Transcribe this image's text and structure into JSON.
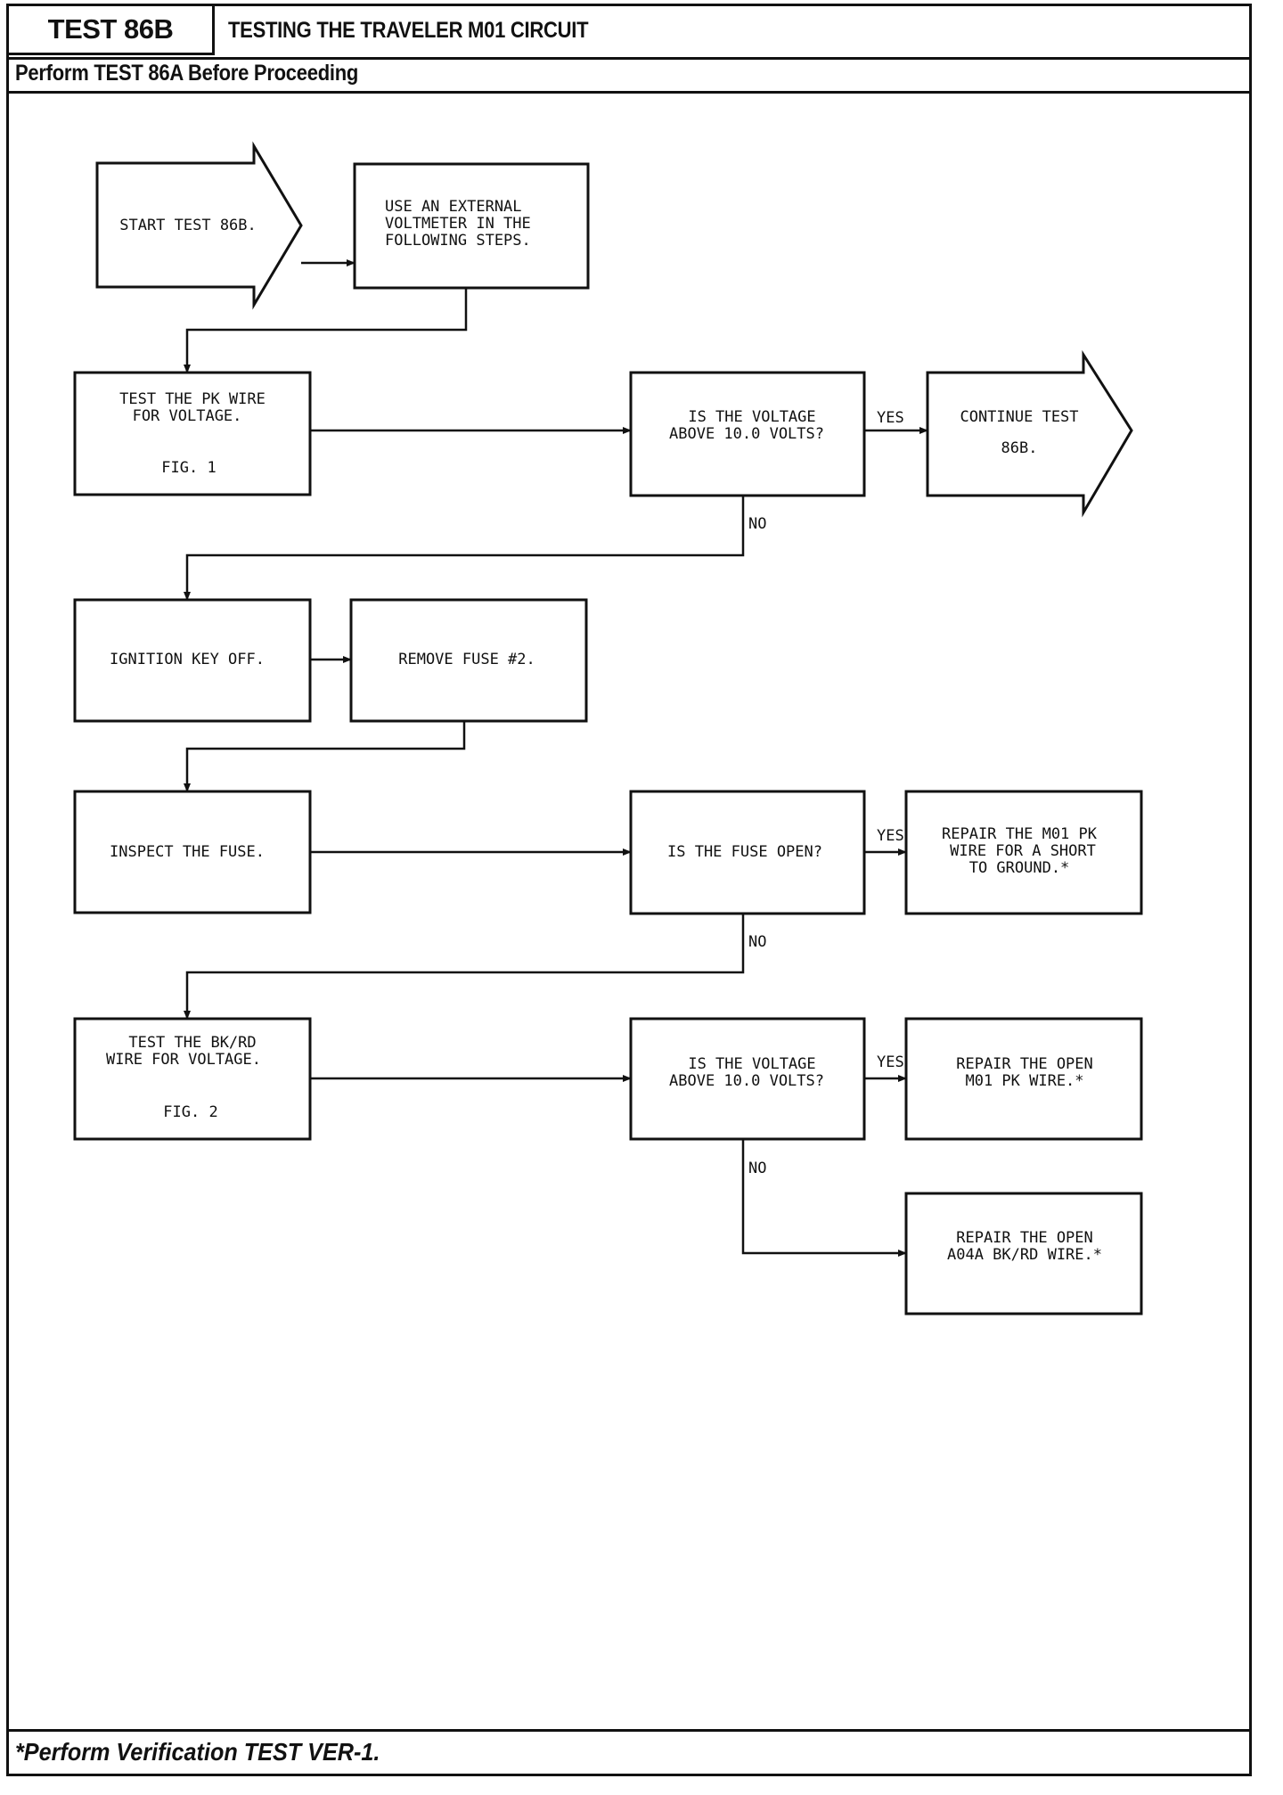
{
  "header": {
    "test_id": "TEST 86B",
    "title": "TESTING THE TRAVELER M01 CIRCUIT",
    "prerequisite": "Perform TEST 86A Before Proceeding"
  },
  "flowchart": {
    "nodes": {
      "start": {
        "type": "arrow",
        "lines": [
          "START TEST 86B."
        ]
      },
      "use_voltmeter": {
        "type": "box",
        "lines": [
          "USE AN EXTERNAL",
          "VOLTMETER IN THE",
          "FOLLOWING STEPS."
        ]
      },
      "test_pk": {
        "type": "box",
        "lines": [
          "TEST THE PK WIRE",
          "FOR VOLTAGE."
        ],
        "figure": "FIG. 1"
      },
      "decision_voltage_1": {
        "type": "decision",
        "lines": [
          "IS THE VOLTAGE",
          "ABOVE 10.0 VOLTS?"
        ]
      },
      "continue": {
        "type": "arrow",
        "lines": [
          "CONTINUE TEST",
          "86B."
        ]
      },
      "ignition_off": {
        "type": "box",
        "lines": [
          "IGNITION KEY OFF."
        ]
      },
      "remove_fuse": {
        "type": "box",
        "lines": [
          "REMOVE FUSE #2."
        ]
      },
      "inspect_fuse": {
        "type": "box",
        "lines": [
          "INSPECT THE FUSE."
        ]
      },
      "decision_fuse": {
        "type": "decision",
        "lines": [
          "IS THE FUSE OPEN?"
        ]
      },
      "repair_short": {
        "type": "box",
        "lines": [
          "REPAIR THE M01 PK",
          "WIRE FOR A SHORT",
          "TO GROUND.*"
        ]
      },
      "test_bkrd": {
        "type": "box",
        "lines": [
          "TEST THE BK/RD",
          "WIRE FOR VOLTAGE."
        ],
        "figure": "FIG. 2"
      },
      "decision_voltage_2": {
        "type": "decision",
        "lines": [
          "IS THE VOLTAGE",
          "ABOVE 10.0 VOLTS?"
        ]
      },
      "repair_open_pk": {
        "type": "box",
        "lines": [
          "REPAIR THE OPEN",
          "M01 PK WIRE.*"
        ]
      },
      "repair_open_bkrd": {
        "type": "box",
        "lines": [
          "REPAIR THE OPEN",
          "A04A BK/RD WIRE.*"
        ]
      }
    },
    "edges": [
      {
        "from": "start",
        "to": "use_voltmeter",
        "label": ""
      },
      {
        "from": "use_voltmeter",
        "to": "test_pk",
        "label": ""
      },
      {
        "from": "test_pk",
        "to": "decision_voltage_1",
        "label": ""
      },
      {
        "from": "decision_voltage_1",
        "to": "continue",
        "label": "YES"
      },
      {
        "from": "decision_voltage_1",
        "to": "ignition_off",
        "label": "NO"
      },
      {
        "from": "ignition_off",
        "to": "remove_fuse",
        "label": ""
      },
      {
        "from": "remove_fuse",
        "to": "inspect_fuse",
        "label": ""
      },
      {
        "from": "inspect_fuse",
        "to": "decision_fuse",
        "label": ""
      },
      {
        "from": "decision_fuse",
        "to": "repair_short",
        "label": "YES"
      },
      {
        "from": "decision_fuse",
        "to": "test_bkrd",
        "label": "NO"
      },
      {
        "from": "test_bkrd",
        "to": "decision_voltage_2",
        "label": ""
      },
      {
        "from": "decision_voltage_2",
        "to": "repair_open_pk",
        "label": "YES"
      },
      {
        "from": "decision_voltage_2",
        "to": "repair_open_bkrd",
        "label": "NO"
      }
    ],
    "labels": {
      "yes": "YES",
      "no": "NO"
    }
  },
  "footer": {
    "note": "*Perform Verification TEST VER-1."
  }
}
